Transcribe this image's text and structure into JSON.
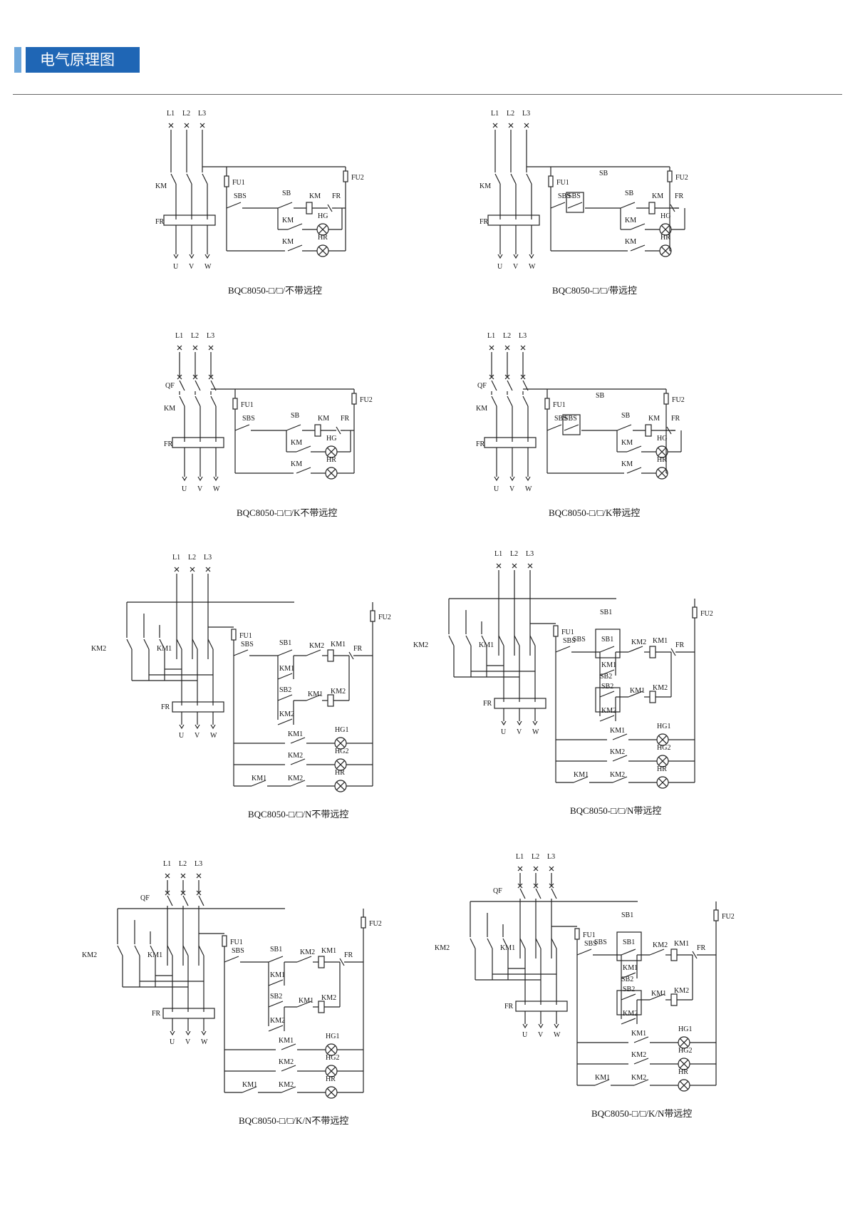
{
  "header": {
    "title": "电气原理图",
    "accent_color": "#1f66b5"
  },
  "diagrams": [
    {
      "variant": "simple",
      "caption": "BQC8050-□/□/不带远控",
      "labels": {
        "lines": [
          "L1",
          "L2",
          "L3"
        ],
        "outs": [
          "U",
          "V",
          "W"
        ],
        "km": "KM",
        "fr": "FR",
        "fu1": "FU1",
        "fu2": "FU2",
        "sbs": "SBS",
        "sb": "SB",
        "coil": "KM",
        "frc": "FR",
        "hold": "KM",
        "hg": "HG",
        "kmhr": "KM",
        "hr": "HR"
      }
    },
    {
      "variant": "remote",
      "caption": "BQC8050-□/□/带远控",
      "labels": {
        "lines": [
          "L1",
          "L2",
          "L3"
        ],
        "outs": [
          "U",
          "V",
          "W"
        ],
        "km": "KM",
        "fr": "FR",
        "fu1": "FU1",
        "fu2": "FU2",
        "sbs": "SBS",
        "sbs2": "SBS",
        "sbtop": "SB",
        "sb": "SB",
        "coil": "KM",
        "frc": "FR",
        "hold": "KM",
        "hg": "HG",
        "kmhr": "KM",
        "hr": "HR"
      }
    },
    {
      "variant": "simple-qf",
      "caption": "BQC8050-□/□/K不带远控",
      "labels": {
        "lines": [
          "L1",
          "L2",
          "L3"
        ],
        "outs": [
          "U",
          "V",
          "W"
        ],
        "qf": "QF",
        "km": "KM",
        "fr": "FR",
        "fu1": "FU1",
        "fu2": "FU2",
        "sbs": "SBS",
        "sb": "SB",
        "coil": "KM",
        "frc": "FR",
        "hold": "KM",
        "hg": "HG",
        "kmhr": "KM",
        "hr": "HR"
      }
    },
    {
      "variant": "remote-qf",
      "caption": "BQC8050-□/□/K带远控",
      "labels": {
        "lines": [
          "L1",
          "L2",
          "L3"
        ],
        "outs": [
          "U",
          "V",
          "W"
        ],
        "qf": "QF",
        "km": "KM",
        "fr": "FR",
        "fu1": "FU1",
        "fu2": "FU2",
        "sbs": "SBS",
        "sbs2": "SBS",
        "sbtop": "SB",
        "sb": "SB",
        "coil": "KM",
        "frc": "FR",
        "hold": "KM",
        "hg": "HG",
        "kmhr": "KM",
        "hr": "HR"
      }
    },
    {
      "variant": "reversing",
      "caption": "BQC8050-□/□/N不带远控",
      "labels": {
        "lines": [
          "L1",
          "L2",
          "L3"
        ],
        "outs": [
          "U",
          "V",
          "W"
        ],
        "km2": "KM2",
        "km1": "KM1",
        "fr": "FR",
        "fu1": "FU1",
        "fu2": "FU2",
        "sbs": "SBS",
        "sb1": "SB1",
        "sb2": "SB2",
        "r1a": "KM2",
        "r1b": "KM1",
        "frc": "FR",
        "h1": "KM1",
        "r2a": "KM1",
        "r2b": "KM2",
        "h2": "KM2",
        "l1": "KM1",
        "hg1": "HG1",
        "l2": "KM2",
        "hg2": "HG2",
        "l3a": "KM1",
        "l3b": "KM2",
        "hr": "HR"
      }
    },
    {
      "variant": "reversing-remote",
      "caption": "BQC8050-□/□/N带远控",
      "labels": {
        "lines": [
          "L1",
          "L2",
          "L3"
        ],
        "outs": [
          "U",
          "V",
          "W"
        ],
        "km2": "KM2",
        "km1": "KM1",
        "fr": "FR",
        "fu1": "FU1",
        "fu2": "FU2",
        "sbs": "SBS",
        "sbs2": "SBS",
        "sb1top": "SB1",
        "sb1": "SB1",
        "sb2top": "SB2",
        "sb2": "SB2",
        "r1a": "KM2",
        "r1b": "KM1",
        "frc": "FR",
        "h1": "KM1",
        "r2a": "KM1",
        "r2b": "KM2",
        "h2": "KM2",
        "l1": "KM1",
        "hg1": "HG1",
        "l2": "KM2",
        "hg2": "HG2",
        "l3a": "KM1",
        "l3b": "KM2",
        "hr": "HR"
      }
    },
    {
      "variant": "reversing-qf",
      "caption": "BQC8050-□/□/K/N不带远控",
      "labels": {
        "lines": [
          "L1",
          "L2",
          "L3"
        ],
        "outs": [
          "U",
          "V",
          "W"
        ],
        "qf": "QF",
        "km2": "KM2",
        "km1": "KM1",
        "fr": "FR",
        "fu1": "FU1",
        "fu2": "FU2",
        "sbs": "SBS",
        "sb1": "SB1",
        "sb2": "SB2",
        "r1a": "KM2",
        "r1b": "KM1",
        "frc": "FR",
        "h1": "KM1",
        "r2a": "KM1",
        "r2b": "KM2",
        "h2": "KM2",
        "l1": "KM1",
        "hg1": "HG1",
        "l2": "KM2",
        "hg2": "HG2",
        "l3a": "KM1",
        "l3b": "KM2",
        "hr": "HR"
      }
    },
    {
      "variant": "reversing-remote-qf",
      "caption": "BQC8050-□/□/K/N带远控",
      "labels": {
        "lines": [
          "L1",
          "L2",
          "L3"
        ],
        "outs": [
          "U",
          "V",
          "W"
        ],
        "qf": "QF",
        "km2": "KM2",
        "km1": "KM1",
        "fr": "FR",
        "fu1": "FU1",
        "fu2": "FU2",
        "sbs": "SBS",
        "sbs2": "SBS",
        "sb1top": "SB1",
        "sb1": "SB1",
        "sb2top": "SB2",
        "sb2": "SB2",
        "r1a": "KM2",
        "r1b": "KM1",
        "frc": "FR",
        "h1": "KM1",
        "r2a": "KM1",
        "r2b": "KM2",
        "h2": "KM2",
        "l1": "KM1",
        "hg1": "HG1",
        "l2": "KM2",
        "hg2": "HG2",
        "l3a": "KM1",
        "l3b": "KM2",
        "hr": "HR"
      }
    }
  ]
}
